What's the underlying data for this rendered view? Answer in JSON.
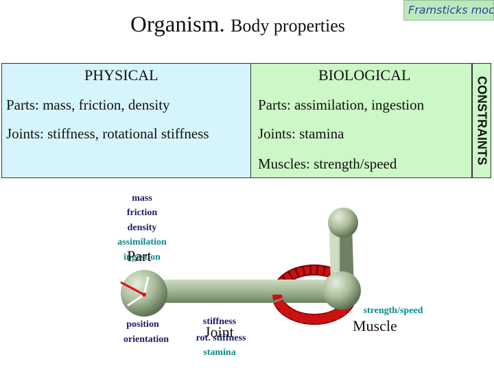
{
  "title": "Organism.",
  "subtitle": "Body properties",
  "brand": "Framsticks mode",
  "physical": {
    "header": "PHYSICAL",
    "parts": "Parts: mass, friction, density",
    "joints": "Joints: stiffness, rotational stiffness"
  },
  "biological": {
    "header": "BIOLOGICAL",
    "parts": "Parts: assimilation, ingestion",
    "joints": "Joints: stamina",
    "muscles": "Muscles: strength/speed"
  },
  "constraints": "CONSTRAINTS",
  "part_labels": {
    "mass": "mass",
    "friction": "friction",
    "density": "density",
    "assimilation": "assimilation",
    "ingestion": "ingestion",
    "part": "Part",
    "position": "position",
    "orientation": "orientation"
  },
  "joint_labels": {
    "stiffness": "stiffness",
    "joint": "Joint",
    "rot_stiffness": "rot. stiffness",
    "stamina": "stamina"
  },
  "muscle_labels": {
    "strength_speed": "strength/speed",
    "muscle": "Muscle"
  },
  "colors": {
    "physical_bg": "#d6f4fb",
    "biological_bg": "#ccf7c6",
    "stick": "#9fb592",
    "muscle": "#cc1111",
    "label_dark": "#1a1a66",
    "label_teal": "#0a8a8a"
  }
}
